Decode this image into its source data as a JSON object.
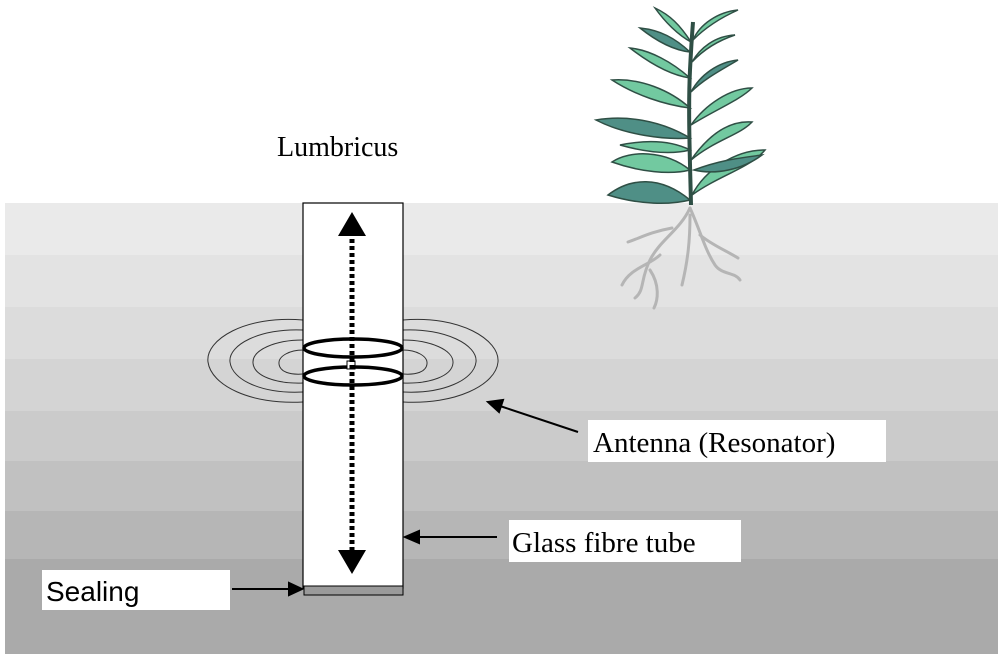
{
  "title": "Lumbricus",
  "labels": {
    "antenna": "Antenna (Resonator)",
    "tube": "Glass fibre tube",
    "sealing": "Sealing"
  },
  "colors": {
    "soil_top": "#ebebeb",
    "soil_bottom": "#a8a8a8",
    "leaf_light": "#72c9a0",
    "leaf_dark": "#4f8f86",
    "root": "#b9b9b9",
    "sealing": "#9a9a9a"
  },
  "icons": {
    "plant": "plant-icon",
    "arrow": "double-headed-arrow"
  }
}
